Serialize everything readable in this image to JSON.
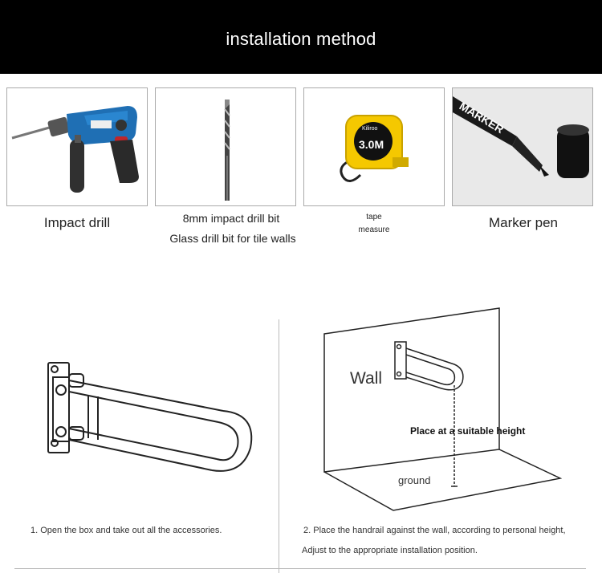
{
  "header": {
    "title": "installation method"
  },
  "tools": [
    {
      "label_1": "Impact drill",
      "label_2": ""
    },
    {
      "label_1": "8mm impact drill bit",
      "label_2": "Glass drill bit for tile walls"
    },
    {
      "label_1": "tape",
      "label_2": "measure",
      "brand": "Kiliroo",
      "size_text": "3.0M"
    },
    {
      "label_1": "Marker pen",
      "label_2": "",
      "pen_text": "MARKER"
    }
  ],
  "diagram": {
    "wall_label": "Wall",
    "height_label": "Place at a suitable height",
    "ground_label": "ground"
  },
  "steps": [
    {
      "line_1": "1. Open the box and take out all the accessories.",
      "line_2": ""
    },
    {
      "line_1": "2. Place the handrail against the wall, according to personal height,",
      "line_2": "Adjust to the appropriate installation position."
    }
  ]
}
